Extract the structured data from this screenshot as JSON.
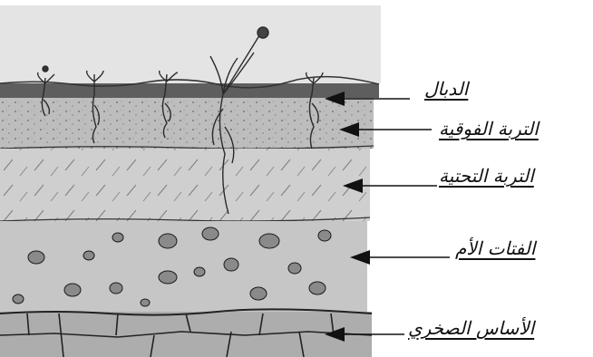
{
  "layers": [
    {
      "id": "humus",
      "label": "الدبال"
    },
    {
      "id": "topsoil",
      "label": "التربة الفوقية"
    },
    {
      "id": "subsoil",
      "label": "التربة التحتية"
    },
    {
      "id": "parent",
      "label": "الفتات الأم"
    },
    {
      "id": "bedrock",
      "label": "الأساس الصخري"
    }
  ],
  "colors": {
    "humus": "#5e5e5e",
    "topsoil": "#bdbdbd",
    "subsoil": "#cfcfcf",
    "parent_material": "#c6c6c6",
    "bedrock": "#adadad",
    "rocks": "#8a8a8a",
    "ink": "#1a1a1a"
  }
}
